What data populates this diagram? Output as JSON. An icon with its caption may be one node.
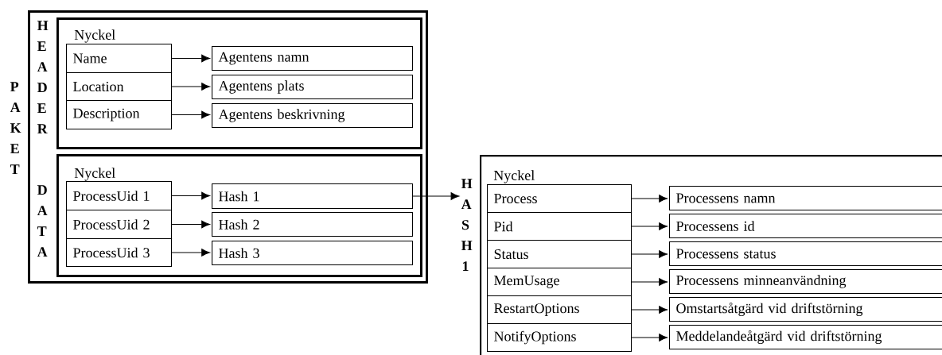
{
  "diagram": {
    "nodes": [
      {
        "text": [
          "PAKET"
        ]
      },
      {
        "text": [
          "HEADER",
          "Nyckel"
        ],
        "in": 0
      },
      {
        "text": [
          "Name"
        ],
        "in": 1
      },
      {
        "text": [
          "Location"
        ],
        "in": 1
      },
      {
        "text": [
          "Description"
        ],
        "in": 1
      },
      {
        "text": [
          "Agentens namn"
        ],
        "in": 1
      },
      {
        "text": [
          "Agentens plats"
        ],
        "in": 1
      },
      {
        "text": [
          "Agentens beskrivning"
        ],
        "in": 1
      },
      {
        "text": [
          "Nyckel",
          "DATA"
        ],
        "in": 0
      },
      {
        "text": [
          "ProcessUid 1"
        ],
        "in": 8
      },
      {
        "text": [
          "ProcessUid 2"
        ],
        "in": 8
      },
      {
        "text": [
          "ProcessUid 3"
        ],
        "in": 8
      },
      {
        "text": [
          "Hash 1"
        ],
        "in": 8
      },
      {
        "text": [
          "Hash 2"
        ],
        "in": 8
      },
      {
        "text": [
          "Hash 3"
        ],
        "in": 8
      },
      {
        "text": [
          "Nyckel",
          "HASH 1"
        ]
      },
      {
        "text": [
          "Process"
        ],
        "in": 15
      },
      {
        "text": [
          "Pid"
        ],
        "in": 15
      },
      {
        "text": [
          "Status"
        ],
        "in": 15
      },
      {
        "text": [
          "MemUsage"
        ],
        "in": 15
      },
      {
        "text": [
          "RestartOptions"
        ],
        "in": 15
      },
      {
        "text": [
          "NotifyOptions"
        ],
        "in": 15
      },
      {
        "text": [
          "Processens namn"
        ],
        "in": 15
      },
      {
        "text": [
          "Processens id"
        ],
        "in": 15
      },
      {
        "text": [
          "Processens status"
        ],
        "in": 15
      },
      {
        "text": [
          "Processens minneanvändning"
        ],
        "in": 15
      },
      {
        "text": [
          "Omstartsåtgärd vid driftstörning"
        ],
        "in": 15
      },
      {
        "text": [
          "Meddelandeåtgärd vid driftstörning"
        ],
        "in": 15
      }
    ],
    "edges": [
      {
        "from": 2,
        "to": 5,
        "arrow": "to"
      },
      {
        "from": 3,
        "to": 6,
        "arrow": "to"
      },
      {
        "from": 4,
        "to": 7,
        "arrow": "to"
      },
      {
        "from": 9,
        "to": 12,
        "arrow": "to"
      },
      {
        "from": 10,
        "to": 13,
        "arrow": "to"
      },
      {
        "from": 11,
        "to": 14,
        "arrow": "to"
      },
      {
        "from": 12,
        "to": 15,
        "arrow": "to"
      },
      {
        "from": 16,
        "to": 22,
        "arrow": "to"
      },
      {
        "from": 17,
        "to": 23,
        "arrow": "to"
      },
      {
        "from": 18,
        "to": 24,
        "arrow": "to"
      },
      {
        "from": 19,
        "to": 25,
        "arrow": "to"
      },
      {
        "from": 20,
        "to": 26,
        "arrow": "to"
      },
      {
        "from": 21,
        "to": 27,
        "arrow": "to"
      }
    ]
  }
}
